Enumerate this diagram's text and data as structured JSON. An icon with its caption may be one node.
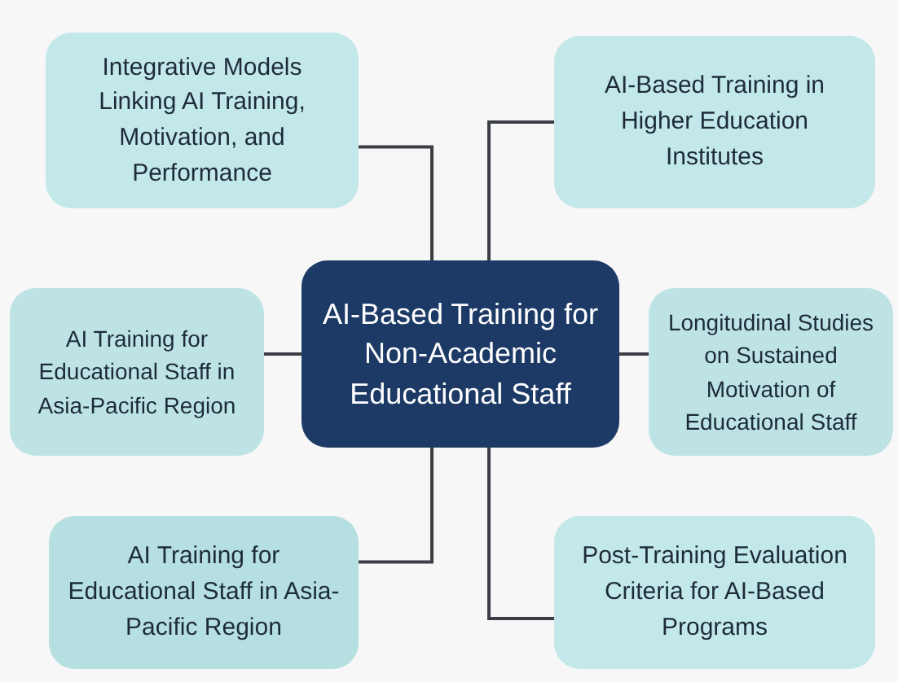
{
  "diagram": {
    "nodes": [
      {
        "text": [
          "Integrative Models Linking AI Training, Motivation, and Performance"
        ]
      },
      {
        "text": [
          "AI-Based Training in Higher Education Institutes"
        ]
      },
      {
        "text": [
          "AI Training for Educational Staff in Asia-Pacific Region"
        ]
      },
      {
        "text": [
          "AI-Based Training for Non-Academic Educational Staff"
        ]
      },
      {
        "text": [
          "Longitudinal Studies on Sustained Motivation of Educational Staff"
        ]
      },
      {
        "text": [
          "AI Training for Educational Staff in Asia-Pacific Region"
        ]
      },
      {
        "text": [
          "Post-Training Evaluation Criteria for AI-Based Programs"
        ]
      }
    ],
    "edges": [
      {
        "from": 3,
        "to": 0,
        "arrow": "none"
      },
      {
        "from": 3,
        "to": 1,
        "arrow": "none"
      },
      {
        "from": 3,
        "to": 2,
        "arrow": "none"
      },
      {
        "from": 3,
        "to": 4,
        "arrow": "none"
      },
      {
        "from": 3,
        "to": 5,
        "arrow": "none"
      },
      {
        "from": 3,
        "to": 6,
        "arrow": "none"
      }
    ]
  }
}
